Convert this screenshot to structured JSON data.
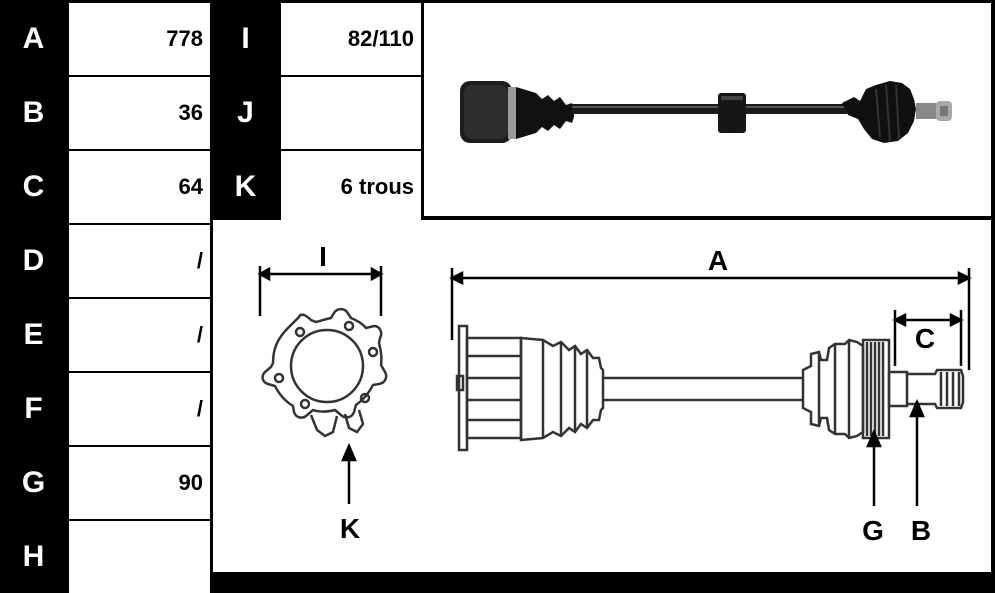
{
  "specs_left": [
    {
      "label": "A",
      "value": "778"
    },
    {
      "label": "B",
      "value": "36"
    },
    {
      "label": "C",
      "value": "64"
    },
    {
      "label": "D",
      "value": "/"
    },
    {
      "label": "E",
      "value": "/"
    },
    {
      "label": "F",
      "value": "/"
    },
    {
      "label": "G",
      "value": "90"
    },
    {
      "label": "H",
      "value": ""
    }
  ],
  "specs_right": [
    {
      "label": "I",
      "value": "82/110"
    },
    {
      "label": "J",
      "value": ""
    },
    {
      "label": "K",
      "value": "6 trous"
    }
  ],
  "diagram": {
    "flange_width_label": "I",
    "holes_label": "K",
    "total_length_label": "A",
    "spline_length_label": "C",
    "teeth_label": "G",
    "spline_diameter_label": "B"
  },
  "colors": {
    "label_bg": "#000000",
    "label_fg": "#ffffff",
    "value_bg": "#ffffff"
  }
}
